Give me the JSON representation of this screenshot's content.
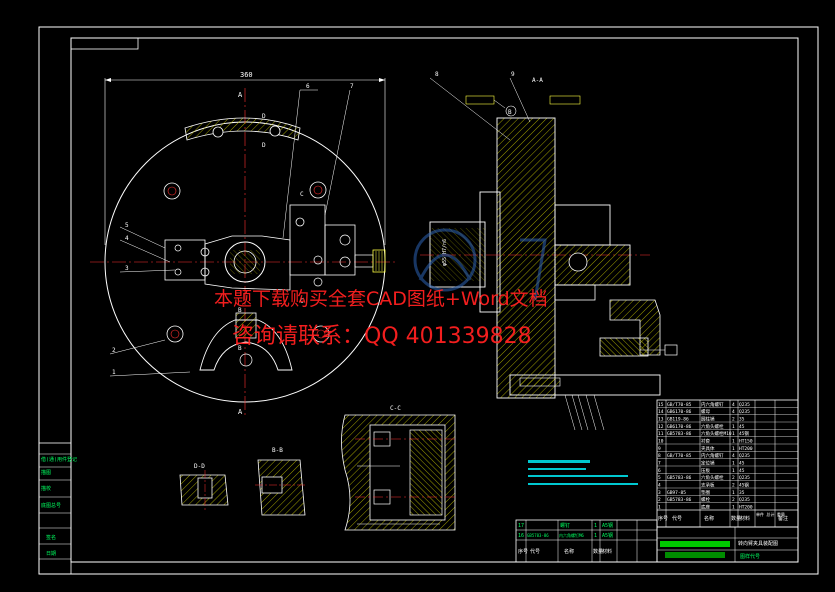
{
  "dimensions": {
    "overall_width": "360"
  },
  "view_labels": {
    "a_a": "A-A",
    "b_b": "B-B",
    "c_c": "C-C",
    "d_d": "D-D",
    "a": "A",
    "b": "B",
    "c": "C",
    "d": "D"
  },
  "balloons": [
    "1",
    "2",
    "3",
    "4",
    "5",
    "6",
    "7",
    "8",
    "9"
  ],
  "datum": "B",
  "watermark": {
    "line1": "本题下载购买全套CAD图纸+Word文档",
    "line2": "咨询请联系：QQ 401339828"
  },
  "left_title_cells": [
    "借(通)用件登记",
    "描图",
    "描校",
    "底图总号",
    "签名",
    "日期"
  ],
  "bom": {
    "rows": [
      {
        "no": "15",
        "code": "GB/T70-85",
        "name": "内六角螺钉",
        "qty": "4",
        "material": "Q235"
      },
      {
        "no": "14",
        "code": "GB6170-86",
        "name": "螺母",
        "qty": "4",
        "material": "Q235"
      },
      {
        "no": "13",
        "code": "GB119-86",
        "name": "圆柱销",
        "qty": "2",
        "material": "35"
      },
      {
        "no": "12",
        "code": "GB6170-86",
        "name": "六角头螺栓",
        "qty": "1",
        "material": "45"
      },
      {
        "no": "11",
        "code": "GB5783-86",
        "name": "六角头螺栓M10",
        "qty": "1",
        "material": "45钢"
      },
      {
        "no": "10",
        "code": "",
        "name": "衬套",
        "qty": "1",
        "material": "HT150"
      },
      {
        "no": "9",
        "code": "",
        "name": "夹具体",
        "qty": "1",
        "material": "HT200"
      },
      {
        "no": "8",
        "code": "GB/T70-85",
        "name": "内六角螺钉",
        "qty": "4",
        "material": "Q235"
      },
      {
        "no": "7",
        "code": "",
        "name": "定位销",
        "qty": "1",
        "material": "45"
      },
      {
        "no": "6",
        "code": "",
        "name": "压板",
        "qty": "1",
        "material": "45"
      },
      {
        "no": "5",
        "code": "GB5783-86",
        "name": "六角头螺栓",
        "qty": "2",
        "material": "Q235"
      },
      {
        "no": "4",
        "code": "",
        "name": "支承板",
        "qty": "2",
        "material": "45钢"
      },
      {
        "no": "3",
        "code": "GB97-85",
        "name": "垫圈",
        "qty": "1",
        "material": "35"
      },
      {
        "no": "2",
        "code": "GB5783-86",
        "name": "螺栓",
        "qty": "2",
        "material": "Q235"
      },
      {
        "no": "1",
        "code": "",
        "name": "底座",
        "qty": "1",
        "material": "HT200"
      }
    ],
    "header": [
      "序号",
      "代号",
      "名称",
      "数量",
      "材料",
      "单件 总计 重量",
      "备注"
    ],
    "lower_rows": [
      {
        "no": "17",
        "code": "",
        "name": "螺钉",
        "qty": "1",
        "material": "A5钢"
      },
      {
        "no": "16",
        "code": "GB5783-86",
        "name": "内六角螺钉M6",
        "qty": "1",
        "material": "A5钢"
      }
    ]
  },
  "title_block": {
    "part_name": "转向臂夹具装配图",
    "drawing_no": "图样代号"
  },
  "colors": {
    "frame": "#ffffff",
    "outline": "#ffffff",
    "centerline": "#ff3030",
    "hatch": "#c8c800",
    "dimension": "#00e0e0",
    "leader": "#ffff40",
    "bom_text": "#00ff60",
    "watermark": "#ff2020",
    "logo": "#2d63b4",
    "highlight": "#00c8d0"
  }
}
